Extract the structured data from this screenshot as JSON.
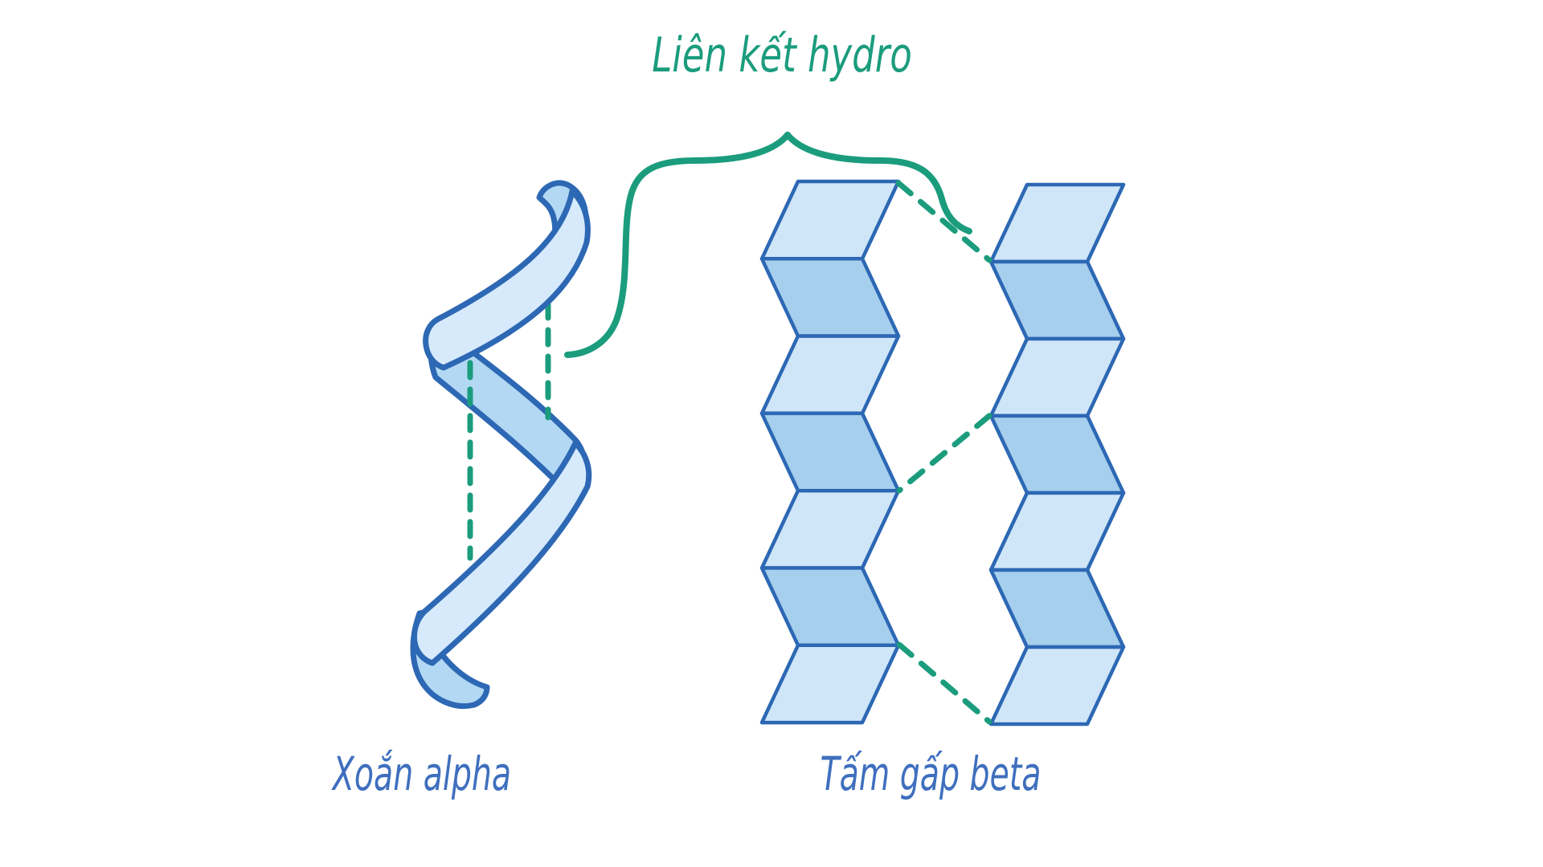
{
  "page": {
    "background": "#ffffff"
  },
  "title": {
    "text": "Liên kết hydro"
  },
  "labels": {
    "alpha_helix": "Xoắn alpha",
    "beta_sheet": "Tấm gấp beta"
  },
  "colors": {
    "background": "#ffffff",
    "outline_blue": "#2d68b4",
    "fill_light": "#cfe6f9",
    "fill_dark": "#a6cfee",
    "helix_light": "#d6eafc",
    "helix_dark": "#b3d8f3",
    "bond_green": "#1b9c7d",
    "label_blue": "#3f6fbe"
  },
  "diagram": {
    "type": "protein-secondary-structure",
    "structures": [
      {
        "name": "alpha-helix",
        "label": "Xoắn alpha",
        "form": "spiral-ribbon",
        "turns": 2.5,
        "hydrogen_bonds": 2
      },
      {
        "name": "beta-pleated-sheet",
        "label": "Tấm gấp beta",
        "form": "zigzag-sheet",
        "strands": 2,
        "panels_per_strand": 7,
        "hydrogen_bonds": 3
      }
    ],
    "hydrogen_bond_label": "Liên kết hydro",
    "hydrogen_bond_style": "green-dashed"
  }
}
